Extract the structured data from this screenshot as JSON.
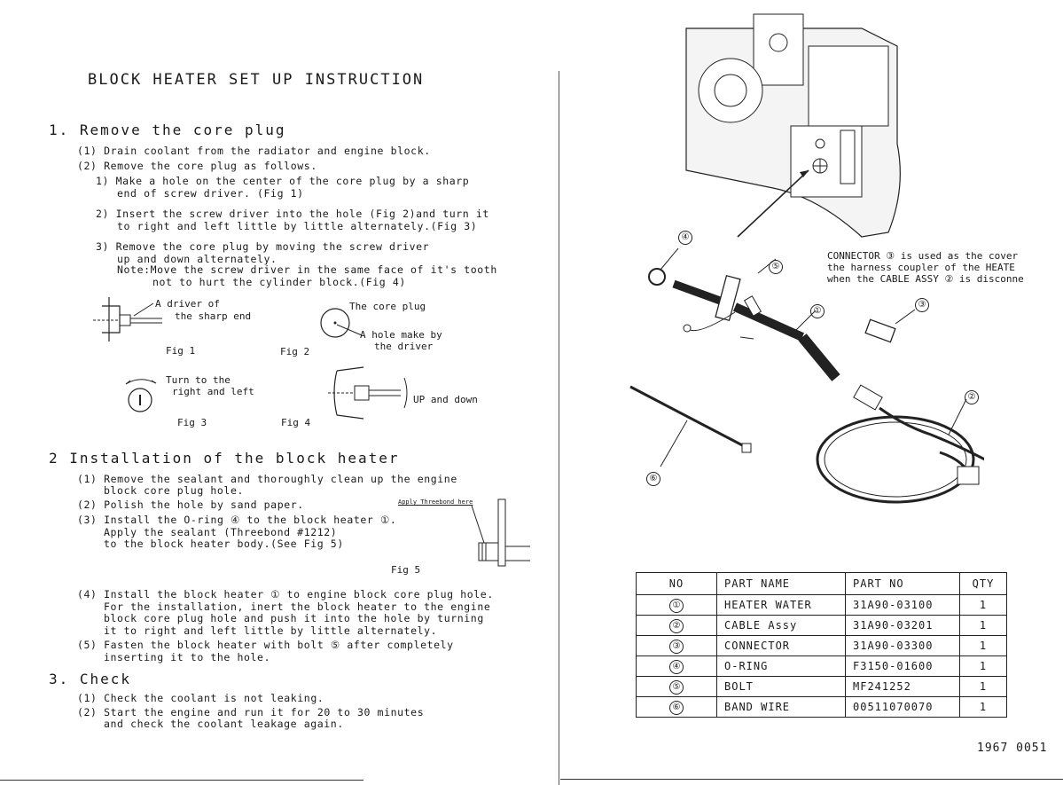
{
  "title": "BLOCK HEATER SET UP INSTRUCTION",
  "s1": {
    "heading": "1. Remove the core plug",
    "l1": "(1) Drain coolant from the radiator and engine block.",
    "l2": "(2) Remove the core plug as follows.",
    "l3a": "1) Make a hole on the center of the core plug by a sharp",
    "l3b": "end of screw driver. (Fig 1)",
    "l4a": "2) Insert the screw driver into the hole (Fig 2)and turn it",
    "l4b": "to right and left little by little alternately.(Fig 3)",
    "l5a": "3) Remove the core plug by moving the screw driver",
    "l5b": "up and down alternately.",
    "l5c": "Note:Move the screw driver in the same face of it's tooth",
    "l5d": "not to hurt the cylinder block.(Fig 4)"
  },
  "figs": {
    "f1_label_a": "A driver of",
    "f1_label_b": "the sharp end",
    "f1": "Fig 1",
    "f2_label_a": "The core plug",
    "f2_label_b": "A hole make by",
    "f2_label_c": "the driver",
    "f2": "Fig 2",
    "f3_label_a": "Turn to the",
    "f3_label_b": "right and left",
    "f3": "Fig 3",
    "f4_label": "UP and down",
    "f4": "Fig 4",
    "f5_label": "Apply Threebond here",
    "f5": "Fig 5"
  },
  "s2": {
    "heading": "2 Installation of the block heater",
    "l1a": "(1) Remove the sealant and thoroughly clean up the engine",
    "l1b": "block core plug hole.",
    "l2": "(2) Polish the hole by sand paper.",
    "l3a": "(3) Install the O-ring ④ to the block heater ①.",
    "l3b": "Apply the sealant (Threebond #1212)",
    "l3c": "to the block heater body.(See Fig 5)",
    "l4a": "(4) Install the block heater ① to engine block core plug hole.",
    "l4b": "For the installation, inert the block heater to the engine",
    "l4c": "block core plug hole and push it into the hole by turning",
    "l4d": "it to right and left little by little alternately.",
    "l5a": "(5) Fasten the block heater with bolt ⑤ after completely",
    "l5b": "inserting it to the hole."
  },
  "s3": {
    "heading": "3. Check",
    "l1": "(1) Check the coolant is not leaking.",
    "l2a": "(2) Start the engine and run it for 20 to 30 minutes",
    "l2b": "and check the coolant leakage again."
  },
  "connector_note": {
    "a": "CONNECTOR ③ is used as the cover",
    "b": "the harness coupler of the HEATE",
    "c": "when the CABLE ASSY ② is disconne"
  },
  "callouts": [
    "①",
    "②",
    "③",
    "④",
    "⑤",
    "⑥"
  ],
  "table": {
    "headers": [
      "NO",
      "PART NAME",
      "PART NO",
      "QTY"
    ],
    "rows": [
      {
        "no": "①",
        "name": "HEATER WATER",
        "pn": "31A90-03100",
        "qty": "1"
      },
      {
        "no": "②",
        "name": "CABLE Assy",
        "pn": "31A90-03201",
        "qty": "1"
      },
      {
        "no": "③",
        "name": "CONNECTOR",
        "pn": "31A90-03300",
        "qty": "1"
      },
      {
        "no": "④",
        "name": "O-RING",
        "pn": "F3150-01600",
        "qty": "1"
      },
      {
        "no": "⑤",
        "name": "BOLT",
        "pn": "MF241252",
        "qty": "1"
      },
      {
        "no": "⑥",
        "name": "BAND WIRE",
        "pn": "00511070070",
        "qty": "1"
      }
    ]
  },
  "doc_no": "1967 0051"
}
